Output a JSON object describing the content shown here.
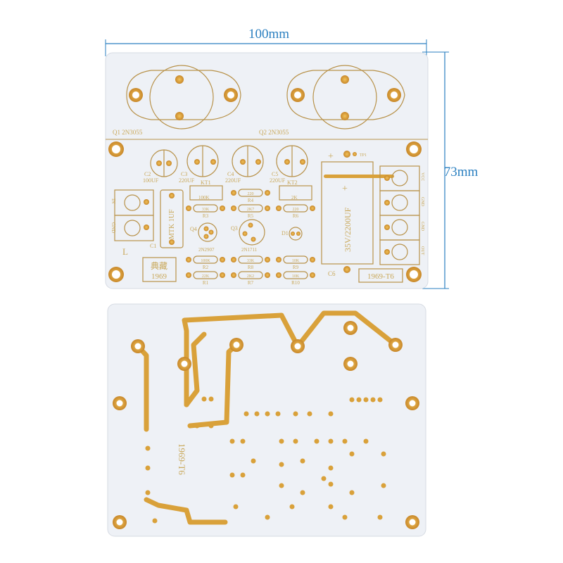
{
  "dimensions": {
    "width_label": "100mm",
    "height_label": "73mm"
  },
  "colors": {
    "board": "#eef1f6",
    "copper": "#d9a13a",
    "silk": "#c9a85a",
    "dimension_line": "#2a7fc0"
  },
  "top_board": {
    "transistors": [
      {
        "ref": "Q1 2N3055"
      },
      {
        "ref": "Q2 2N3055"
      }
    ],
    "caps": [
      {
        "ref": "C2",
        "value": "100UF"
      },
      {
        "ref": "C3",
        "value": "220UF"
      },
      {
        "ref": "C4",
        "value": "220UF"
      },
      {
        "ref": "C5",
        "value": "220UF"
      }
    ],
    "c1": {
      "ref": "C1",
      "value": "MTK 1UF"
    },
    "c6": {
      "ref": "C6",
      "value": "35V/2200UF"
    },
    "trimmers": [
      {
        "ref": "KT1",
        "value": "100K"
      },
      {
        "ref": "KT2",
        "value": "2K"
      }
    ],
    "resistors": [
      {
        "ref": "R3",
        "value": "33K"
      },
      {
        "ref": "R4",
        "value": "220"
      },
      {
        "ref": "R5",
        "value": "2K7"
      },
      {
        "ref": "R6",
        "value": "220"
      },
      {
        "ref": "R2",
        "value": "100K"
      },
      {
        "ref": "R8",
        "value": "33K"
      },
      {
        "ref": "R9",
        "value": "10K"
      },
      {
        "ref": "R1",
        "value": "22K"
      },
      {
        "ref": "R7",
        "value": "2K2"
      },
      {
        "ref": "R10",
        "value": "10K"
      }
    ],
    "small_transistors": [
      {
        "ref": "Q4",
        "value": "2N2907"
      },
      {
        "ref": "Q3",
        "value": "2N1711"
      }
    ],
    "diode": "D1",
    "test_point": "TP1",
    "left_terminals": [
      "IN",
      "GND"
    ],
    "right_terminals": [
      "VCC",
      "GND",
      "GND",
      "OUT"
    ],
    "channel_label": "L",
    "logo_text": "典藏",
    "logo_year": "1969",
    "model": "1969-T6",
    "plus_sign": "+"
  },
  "bottom_board": {
    "model": "1969-T6"
  }
}
